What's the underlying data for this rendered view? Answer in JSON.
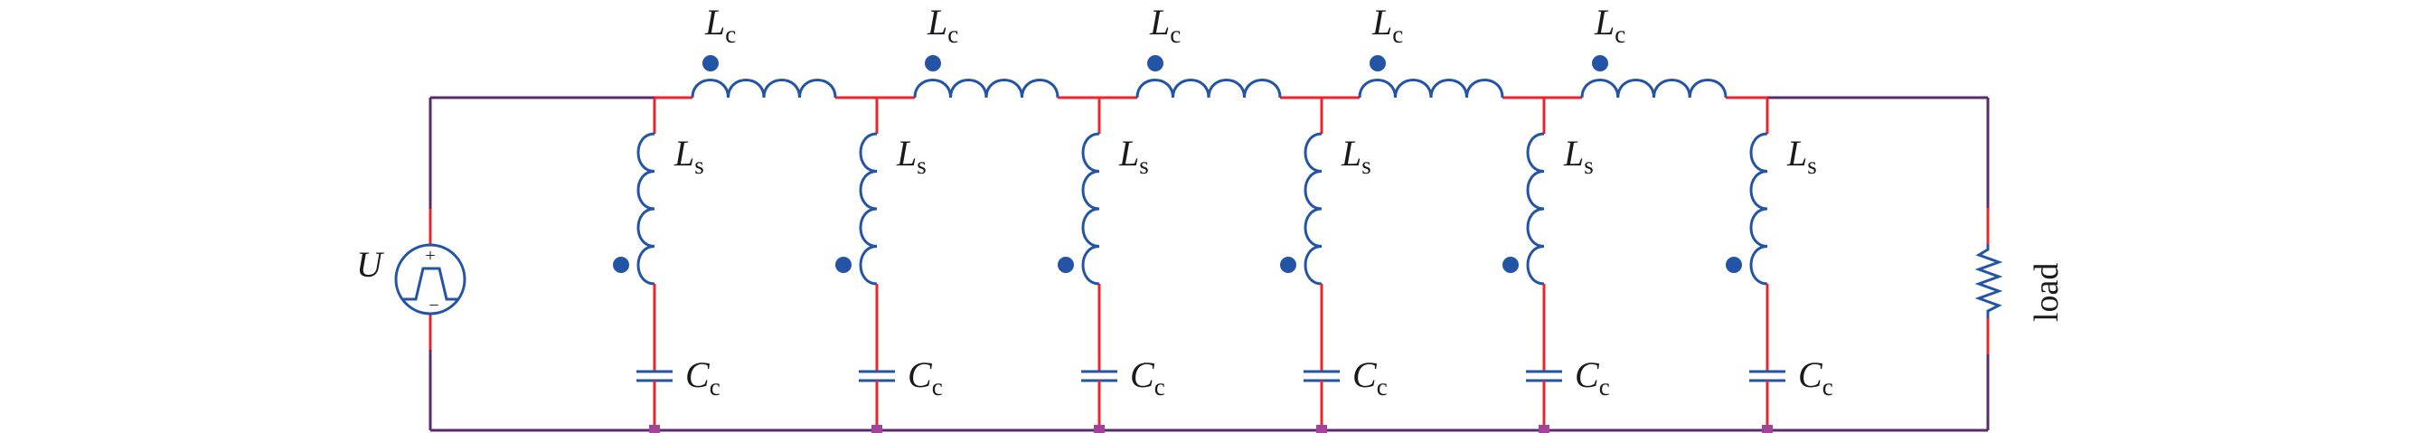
{
  "colors": {
    "outer_wire": "#5b2a6b",
    "branch_wire": "#e8262c",
    "component": "#2454a6",
    "node_dot": "#a0449a",
    "dot_marker": "#2454a6",
    "text": "#1a1a1a"
  },
  "source": {
    "label": "U",
    "icon": "pulse-voltage-source-icon",
    "plus_sign": "+",
    "minus_sign": "−"
  },
  "coupling_inductor": {
    "symbol": "L",
    "subscript": "c",
    "count": 5
  },
  "shunt_inductor": {
    "symbol": "L",
    "subscript": "s",
    "count": 6
  },
  "capacitor": {
    "symbol": "C",
    "subscript": "c",
    "count": 6
  },
  "load": {
    "label": "load",
    "icon": "resistor-icon"
  }
}
